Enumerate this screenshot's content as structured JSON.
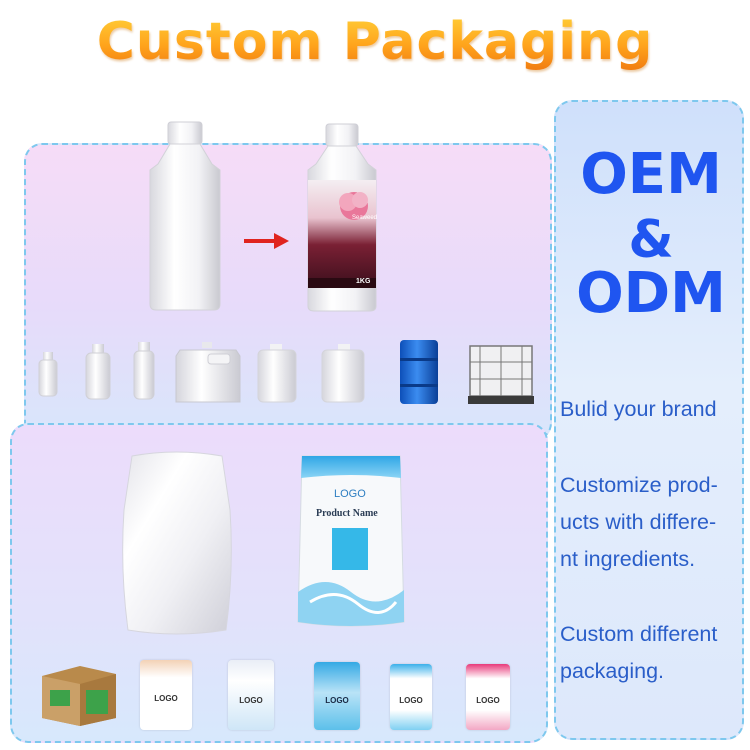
{
  "title": "Custom Packaging",
  "oem": {
    "line1": "OEM",
    "line2": "&",
    "line3": "ODM"
  },
  "side": {
    "brand": "Bulid your brand",
    "customize": [
      "Customize prod-",
      "ucts with differe-",
      "nt ingredients."
    ],
    "packaging": [
      "Custom different",
      "packaging."
    ]
  },
  "bottle_label": {
    "title": "Seaweed",
    "weight": "1KG"
  },
  "bag_label": {
    "logo": "LOGO",
    "product": "Product Name"
  },
  "thumb_logo": "LOGO",
  "colors": {
    "title_orange": "#ffa41c",
    "dashed_border": "#7ec8ee",
    "oem_blue": "#1f55f0",
    "side_text_blue": "#2a5ec9",
    "arrow_red": "#e0241f"
  }
}
